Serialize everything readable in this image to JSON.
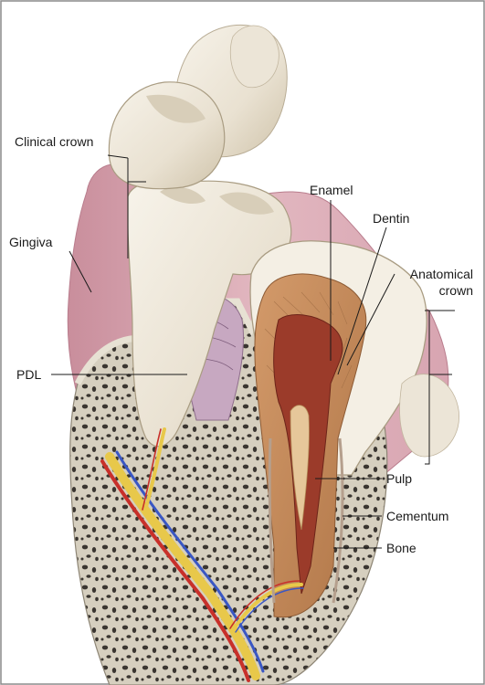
{
  "labels": {
    "clinical_crown": "Clinical crown",
    "gingiva": "Gingiva",
    "pdl": "PDL",
    "enamel": "Enamel",
    "dentin": "Dentin",
    "anatomical_crown_line1": "Anatomical",
    "anatomical_crown_line2": "crown",
    "pulp": "Pulp",
    "cementum": "Cementum",
    "bone": "Bone"
  },
  "colors": {
    "frame": "#8a8a8a",
    "background": "#ffffff",
    "gingiva": "#d9a7b2",
    "gingiva_dark": "#b97d8d",
    "enamel": "#efe9dd",
    "enamel_shadow": "#d8ceb9",
    "dentin": "#c2875a",
    "pulp": "#9b3b2a",
    "bone": "#cfc8b8",
    "bone_pore": "#3a3530",
    "pdl": "#b89ab4",
    "nerve": "#e8c84a",
    "artery": "#c8302a",
    "vein": "#3a57c4",
    "leader": "#1a1a1a"
  },
  "icons": [
    "tooth-illustration"
  ]
}
